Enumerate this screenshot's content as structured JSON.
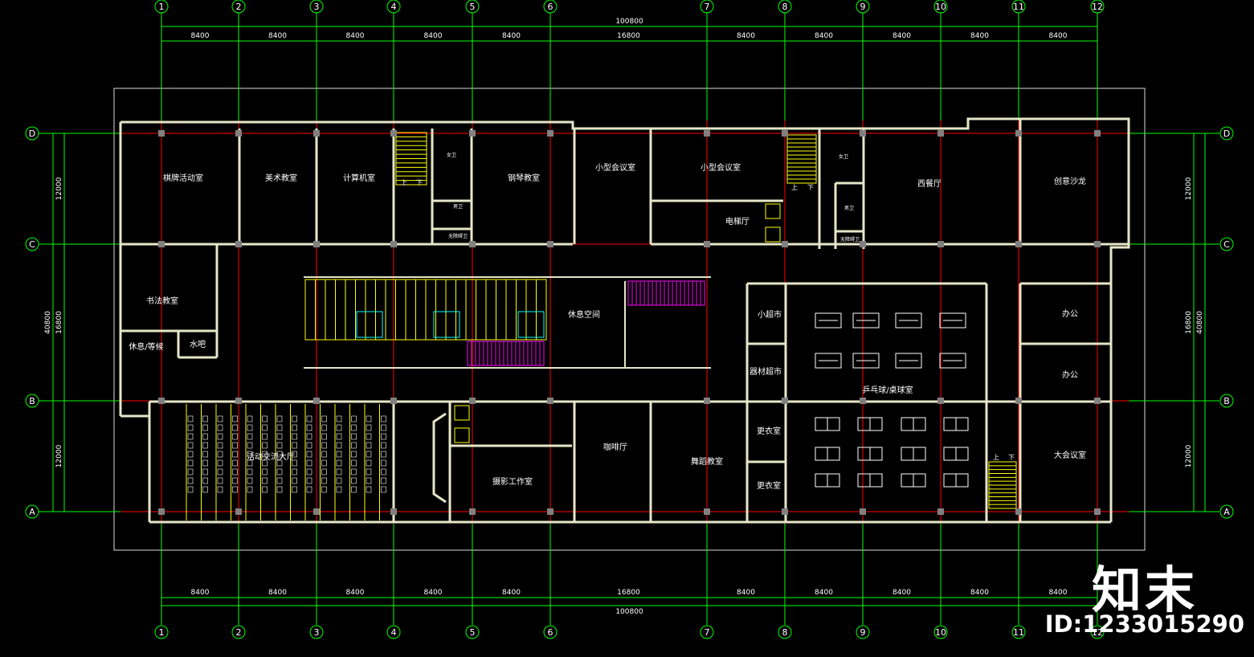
{
  "axes": {
    "columns": [
      "1",
      "2",
      "3",
      "4",
      "5",
      "6",
      "7",
      "8",
      "9",
      "10",
      "11",
      "12"
    ],
    "rows": [
      "D",
      "C",
      "B",
      "A"
    ]
  },
  "dimensions": {
    "total_horizontal": "100800",
    "col_spans": [
      "8400",
      "8400",
      "8400",
      "8400",
      "8400",
      "16800",
      "8400",
      "8400",
      "8400",
      "8400",
      "8400"
    ],
    "row_spans": [
      "12000",
      "16800",
      "12000"
    ],
    "total_vertical": "40800"
  },
  "rooms": {
    "chess_room": "棋牌活动室",
    "art_room": "美术教室",
    "computer_room": "计算机室",
    "piano_room": "钢琴教室",
    "small_meeting_1": "小型会议室",
    "small_meeting_2": "小型会议室",
    "elevator_hall": "电梯厅",
    "western_restaurant": "西餐厅",
    "creative_salon": "创意沙龙",
    "calligraphy_room": "书法教室",
    "rest_waiting": "休息/等候",
    "water_bar": "水吧",
    "rest_space": "休息空间",
    "mini_market": "小超市",
    "equipment_market": "器材超市",
    "pingpong_billiards": "乒乓球/桌球室",
    "office_1": "办公",
    "office_2": "办公",
    "activity_hall": "活动交流大厅",
    "photo_studio": "摄影工作室",
    "cafe": "咖啡厅",
    "dance_room": "舞蹈教室",
    "locker_1": "更衣室",
    "locker_2": "更衣室",
    "large_meeting": "大会议室",
    "female_wc_1": "女卫",
    "male_wc_1": "男卫",
    "accessible_wc_1": "无障碍卫",
    "female_wc_2": "女卫",
    "male_wc_2": "男卫",
    "accessible_wc_2": "无障碍卫",
    "stair_up": "上",
    "stair_down": "下"
  },
  "watermark": {
    "logo": "知末",
    "id": "ID:1233015290"
  },
  "colors": {
    "background": "#000000",
    "axis_line": "#00ff00",
    "grid_line": "#ff0000",
    "wall": "#e6e6c8",
    "stair": "#ffff00",
    "magenta": "#ff00ff",
    "cyan": "#00ffff"
  }
}
